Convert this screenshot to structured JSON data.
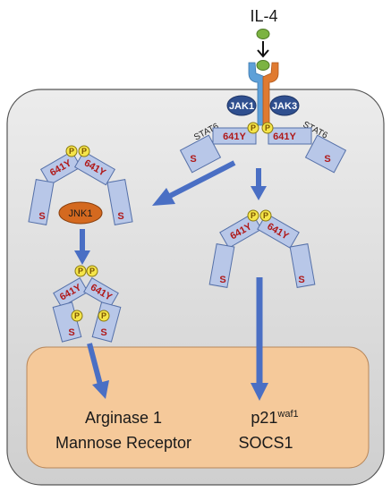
{
  "ligand": {
    "label": "IL-4"
  },
  "receptor": {
    "jak_left": "JAK1",
    "jak_right": "JAK3"
  },
  "stat": {
    "left_label": "STAT6",
    "right_label": "STAT6"
  },
  "residue": {
    "tyrosine": "641Y",
    "phospho": "P",
    "sh2": "S"
  },
  "kinase": {
    "label": "JNK1"
  },
  "nucleus": {
    "left_line1": "Arginase 1",
    "left_line2": "Mannose Receptor",
    "right_line1_main": "p21",
    "right_line1_sup": "waf1",
    "right_line2": "SOCS1"
  },
  "colors": {
    "cell_fill": "#d6d6d6",
    "nucleus_fill": "#f5c99a",
    "stat_fill": "#b8c7e8",
    "arrow": "#4a6fc4",
    "jak": "#2f4f8f",
    "jnk": "#d4691f",
    "phospho": "#f5e54a",
    "ligand": "#7cb342",
    "receptor_left": "#5ea0d8",
    "receptor_right": "#e07a30"
  }
}
